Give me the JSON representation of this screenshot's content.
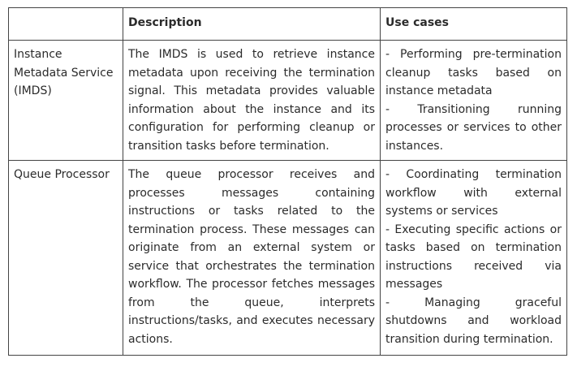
{
  "table": {
    "headers": [
      "",
      "Description",
      "Use cases"
    ],
    "rows": [
      {
        "name": "Instance Metadata Service (IMDS)",
        "description": "The IMDS is used to retrieve instance metadata upon receiving the termination signal. This metadata provides valuable information about the instance and its configuration for performing cleanup or transition tasks before termination.",
        "use_cases": [
          "- Performing pre-termination cleanup tasks based on instance metadata",
          "- Transitioning running processes or services to other instances."
        ]
      },
      {
        "name": "Queue Processor",
        "description": "The queue processor receives and processes messages containing instructions or tasks related to the termination process. These messages can originate from an external system or service that orchestrates the termination workflow. The processor fetches messages from the queue, interprets instructions/tasks, and executes necessary actions.",
        "use_cases": [
          "- Coordinating termination workflow with external systems or services",
          "- Executing specific actions or tasks based on termination instructions received via messages",
          "- Managing graceful shutdowns and workload transition during termination."
        ]
      }
    ]
  }
}
